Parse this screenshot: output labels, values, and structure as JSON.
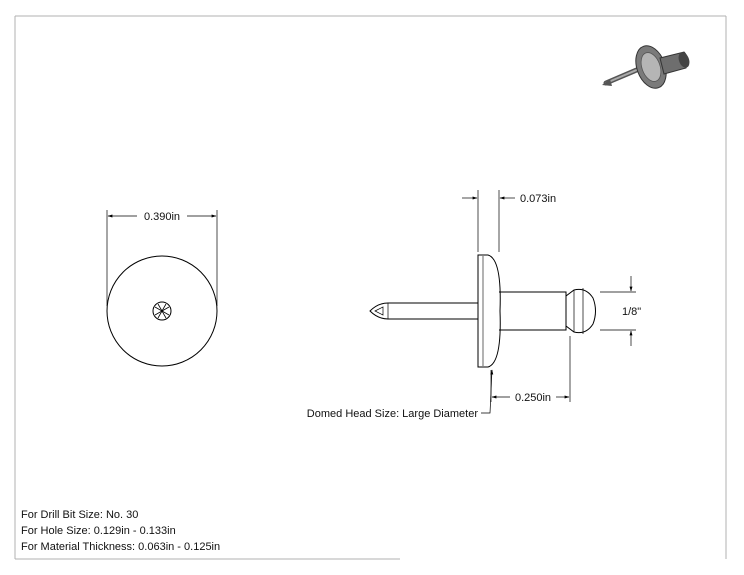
{
  "dimensions": {
    "head_diameter": "0.390in",
    "head_thickness": "0.073in",
    "body_diameter": "1/8\"",
    "grip_length": "0.250in"
  },
  "callout": {
    "head_style": "Domed Head Size: Large Diameter"
  },
  "notes": [
    "For Drill Bit Size: No. 30",
    "For Hole Size: 0.129in - 0.133in",
    "For Material Thickness: 0.063in - 0.125in"
  ],
  "colors": {
    "line": "#000000",
    "frame": "#b0b0b0",
    "metal": "#9a9a9a",
    "metal_dark": "#5e5e5e"
  }
}
